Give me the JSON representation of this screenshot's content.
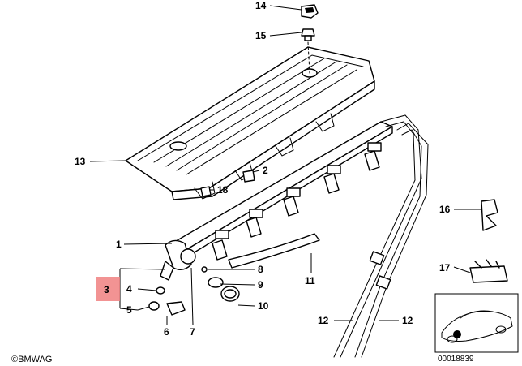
{
  "brand": "©BMWAG",
  "diagram_id": "00018839",
  "callouts": {
    "c1": "1",
    "c2": "2",
    "c3": "3",
    "c4": "4",
    "c5": "5",
    "c6": "6",
    "c7": "7",
    "c8": "8",
    "c9": "9",
    "c10": "10",
    "c11": "11",
    "c12a": "12",
    "c12b": "12",
    "c13": "13",
    "c14": "14",
    "c15": "15",
    "c16": "16",
    "c17": "17",
    "c18": "18"
  },
  "highlighted_callout": "3",
  "colors": {
    "highlight": "#f08080",
    "line": "#000000"
  },
  "icons": [
    "car-thumbnail-icon"
  ]
}
